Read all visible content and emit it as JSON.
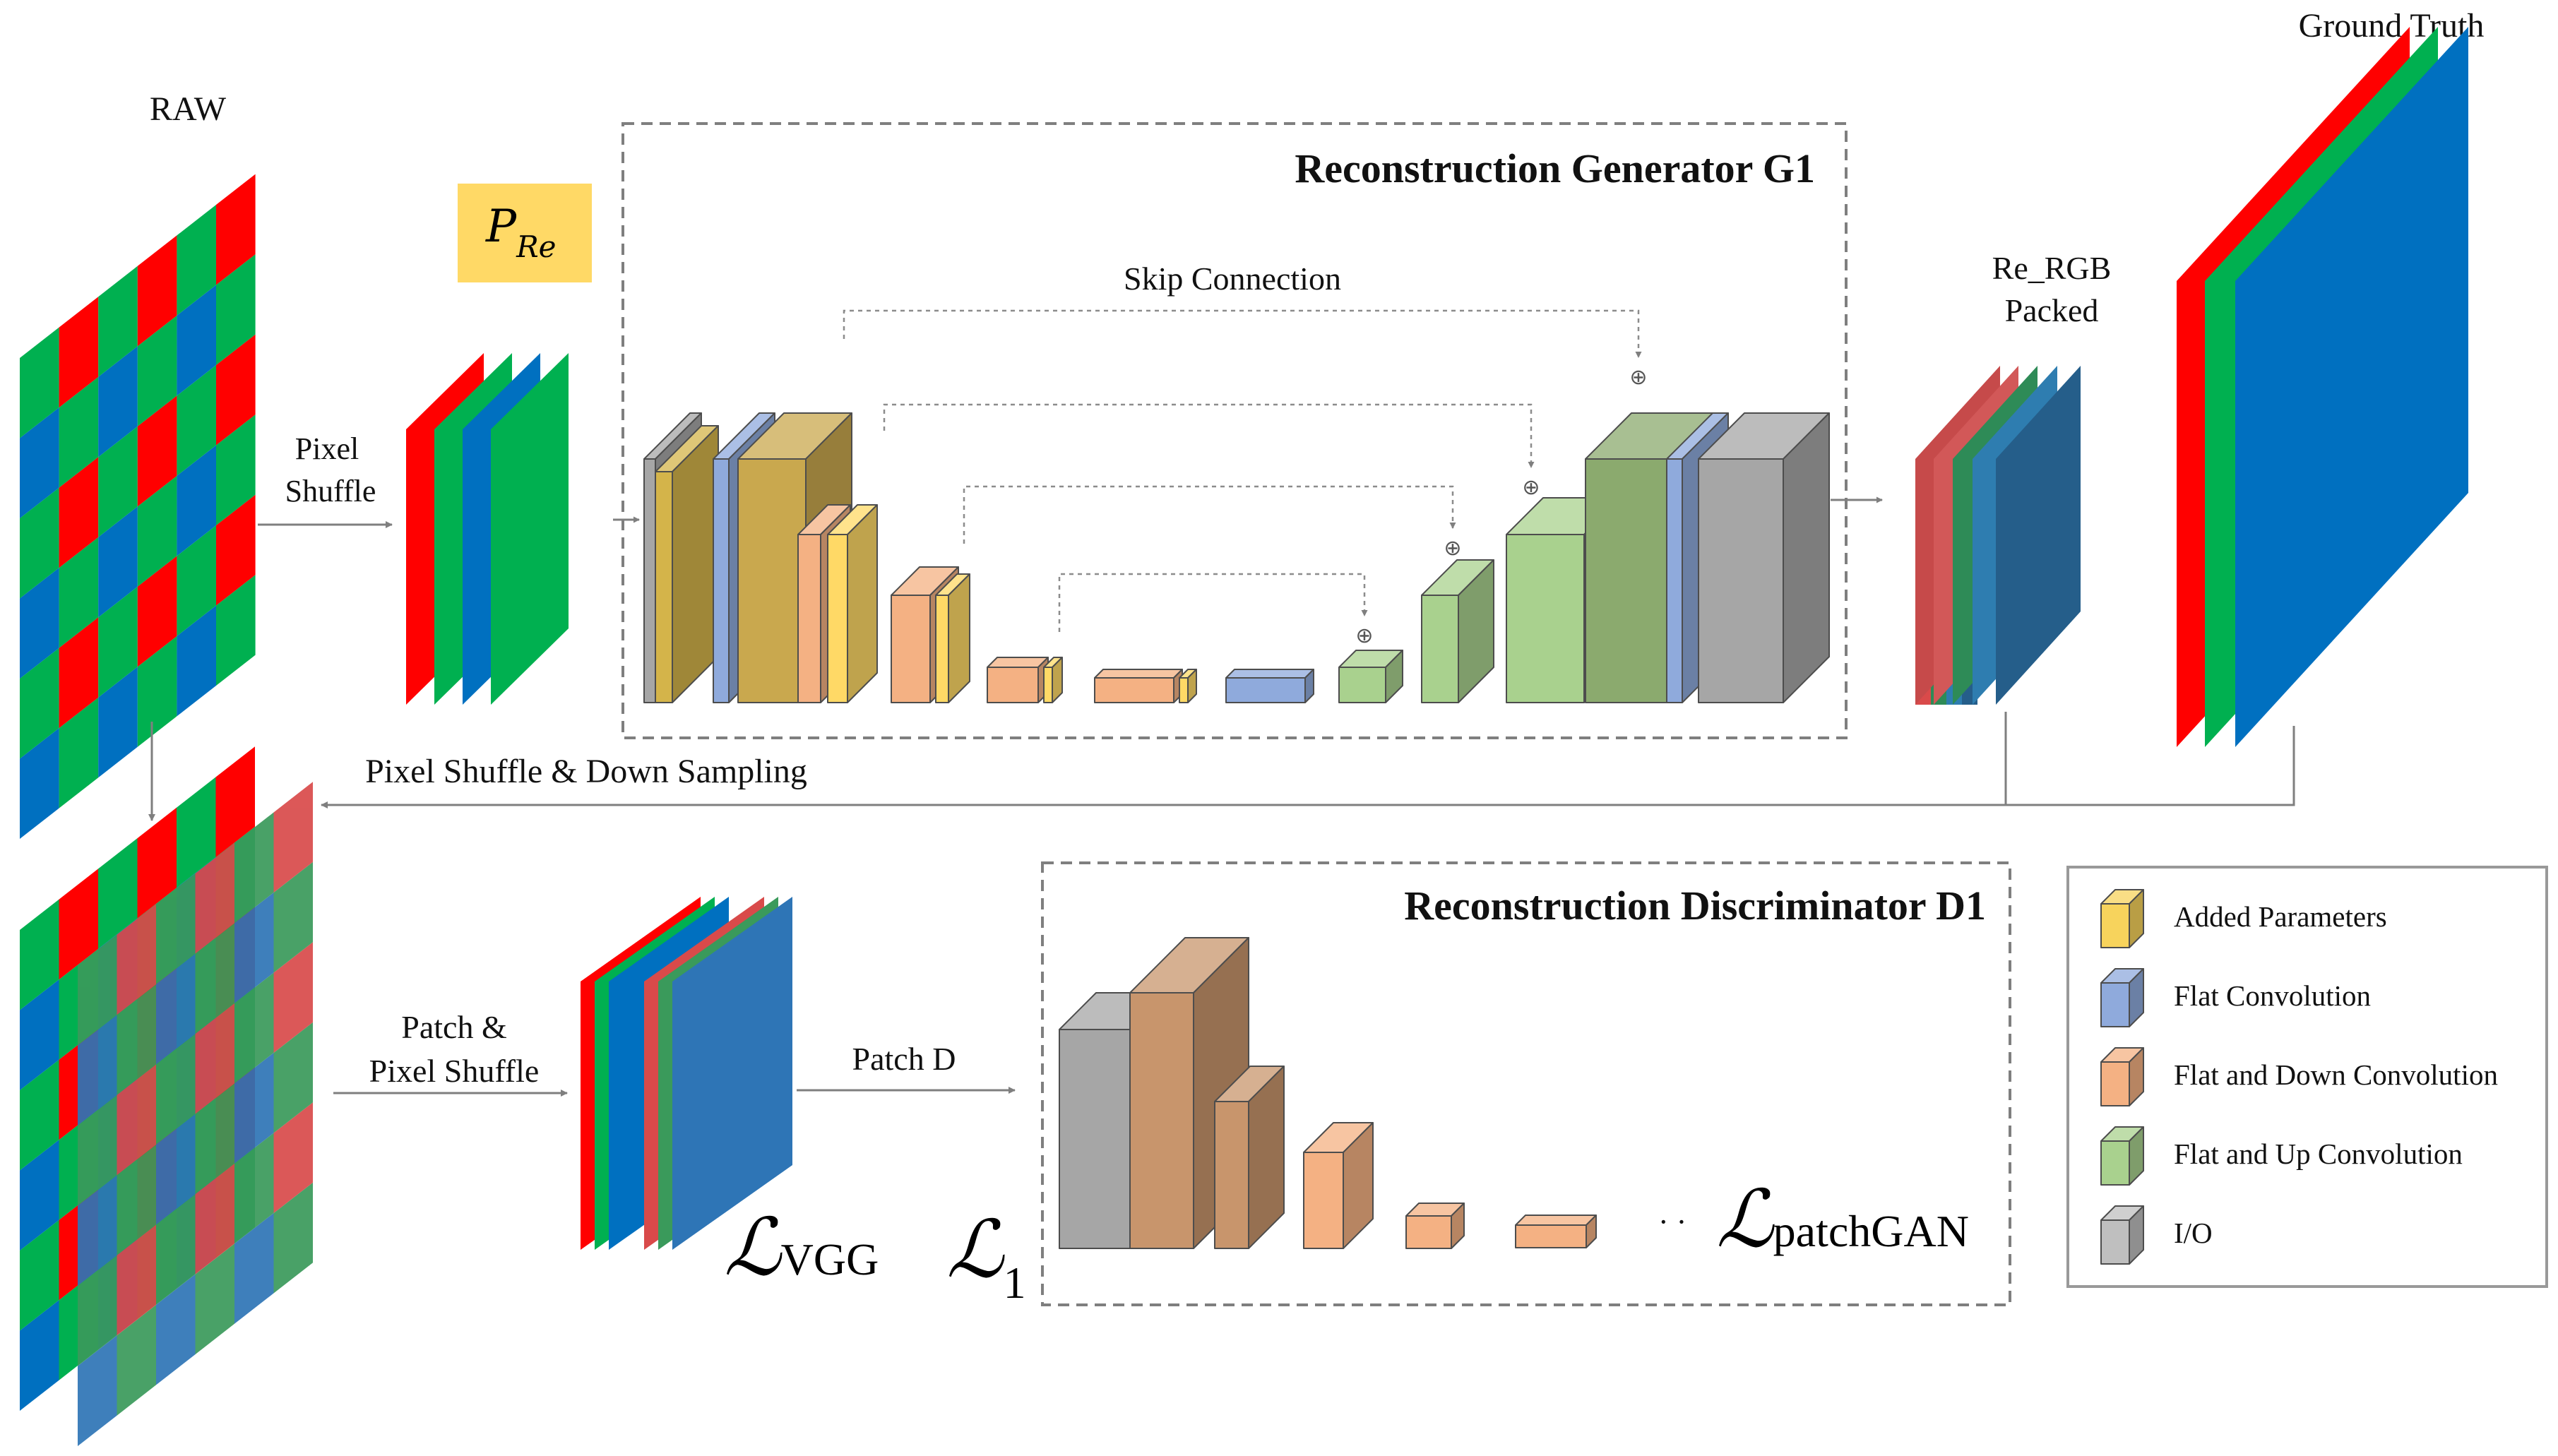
{
  "labels": {
    "raw": "RAW",
    "ground_truth": "Ground Truth",
    "pixel_shuffle_1": "Pixel",
    "pixel_shuffle_2": "Shuffle",
    "p_re_main": "P",
    "p_re_sub": "Re",
    "generator_title": "Reconstruction Generator G1",
    "skip_connection": "Skip Connection",
    "re_rgb_1": "Re_RGB",
    "re_rgb_2": "Packed",
    "pixel_shuffle_down": "Pixel Shuffle & Down Sampling",
    "patch_1": "Patch &",
    "patch_2": "Pixel Shuffle",
    "patch_d": "Patch D",
    "discriminator_title": "Reconstruction Discriminator D1",
    "loss_vgg_main": "ℒ",
    "loss_vgg_sub": "VGG",
    "loss_l1_main": "ℒ",
    "loss_l1_sub": "1",
    "loss_gan_main": "ℒ",
    "loss_gan_sub": "patchGAN",
    "ellipsis": "·  ·",
    "plus": "⊕"
  },
  "legend": [
    {
      "label": "Added Parameters",
      "color": "#F7D35C"
    },
    {
      "label": "Flat Convolution",
      "color": "#8FAADC"
    },
    {
      "label": "Flat and Down Convolution",
      "color": "#F4B183"
    },
    {
      "label": "Flat and Up Convolution",
      "color": "#A9D18E"
    },
    {
      "label": "I/O",
      "color": "#BFBFBF"
    }
  ],
  "colors": {
    "red": "#FF0000",
    "green": "#00B050",
    "blue": "#0070C0",
    "muted_red": "#D94A4A",
    "muted_green": "#3A9A5B",
    "muted_blue": "#2E75B6",
    "dark_blue": "#1F4E79",
    "gold": "#D4B44A",
    "peach": "#F4B183",
    "brown": "#C8956C",
    "light_green": "#A9D18E",
    "olive_green": "#8BAA6E",
    "gray": "#A6A6A6",
    "yellow_box": "#FFD966"
  }
}
